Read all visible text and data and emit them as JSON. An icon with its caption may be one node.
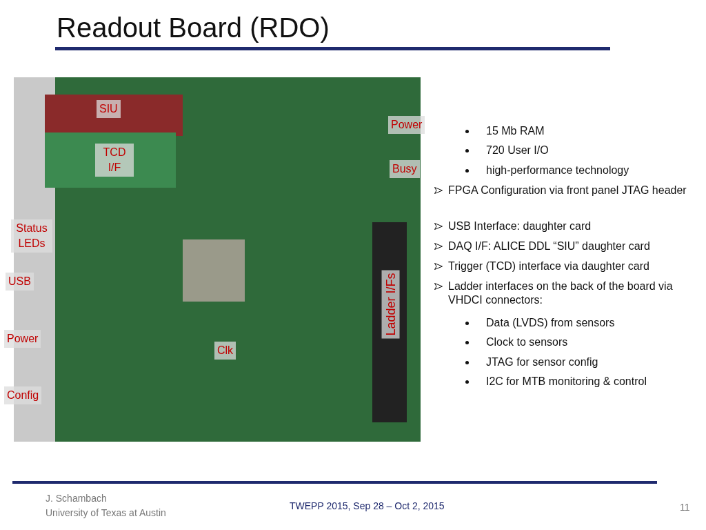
{
  "diagram": {
    "title": "Readout Board (RDO)",
    "labels": [
      "SIU",
      "Power",
      "TCD I/F",
      "Busy",
      "Status LEDs",
      "USB",
      "Ladder I/Fs",
      "Power",
      "Clk",
      "Config",
      "15 Mb RAM",
      "720 User I/O",
      "high-performance technology",
      "FPGA Configuration via front panel JTAG header",
      "USB Interface: daughter card",
      "DAQ I/F: ALICE DDL “SIU” daughter card",
      "Trigger (TCD) interface via daughter card",
      "Ladder interfaces on the back of the board via VHDCI connectors:",
      "Data (LVDS) from sensors",
      "Clock to sensors",
      "JTAG for sensor config",
      "I2C for MTB monitoring & control",
      "J. Schambach",
      "University of Texas at Austin",
      "TWEPP 2015, Sep 28 – Oct 2, 2015",
      "11"
    ]
  }
}
